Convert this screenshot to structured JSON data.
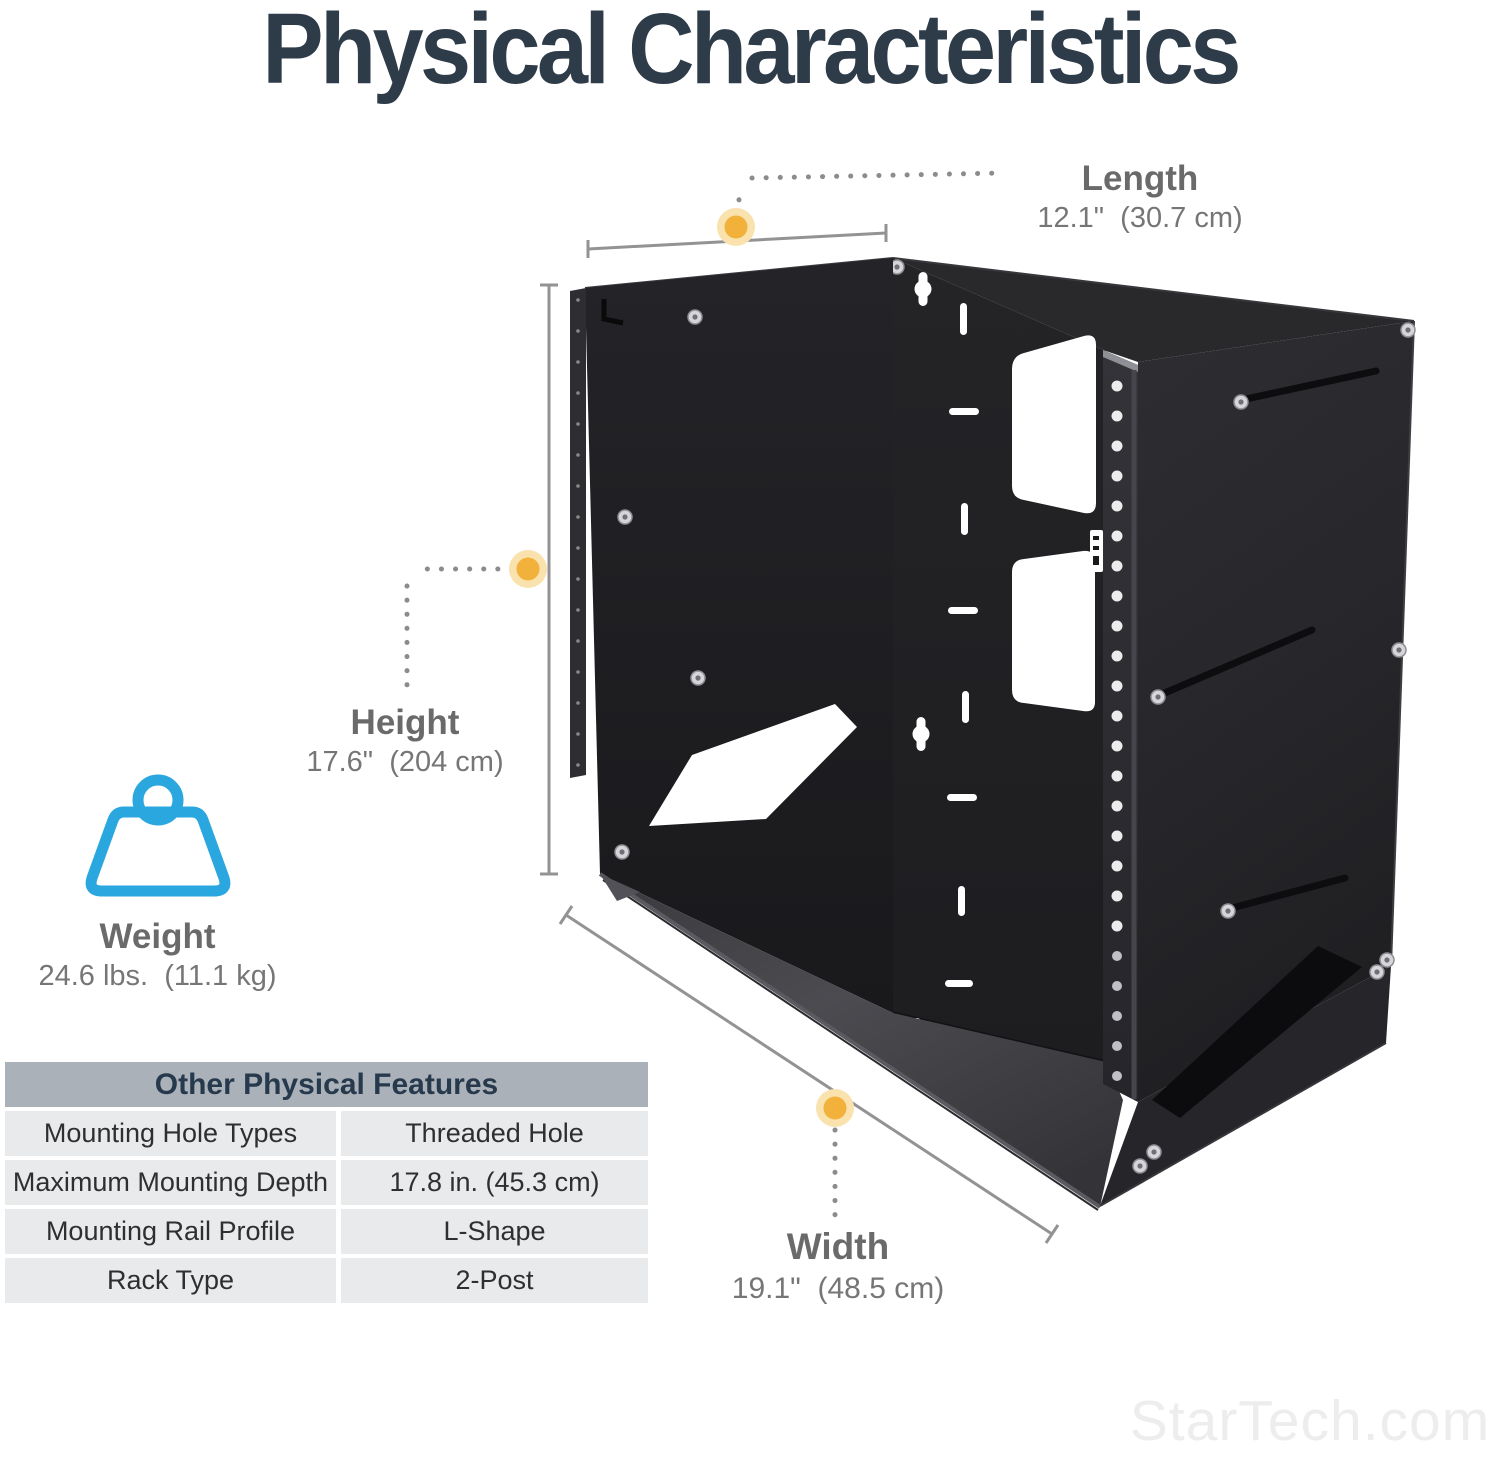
{
  "title": "Physical Characteristics",
  "dimensions": {
    "length": {
      "label": "Length",
      "value": "12.1\"  (30.7 cm)"
    },
    "height": {
      "label": "Height",
      "value": "17.6\"  (204 cm)"
    },
    "width": {
      "label": "Width",
      "value": "19.1\"  (48.5 cm)"
    },
    "weight": {
      "label": "Weight",
      "value": "24.6 lbs.  (11.1 kg)"
    }
  },
  "table": {
    "header": "Other Physical Features",
    "rows": [
      {
        "feature": "Mounting Hole Types",
        "value": "Threaded Hole"
      },
      {
        "feature": "Maximum Mounting Depth",
        "value": "17.8 in. (45.3 cm)"
      },
      {
        "feature": "Mounting Rail Profile",
        "value": "L-Shape"
      },
      {
        "feature": "Rack Type",
        "value": "2-Post"
      }
    ]
  },
  "watermark": "StarTech.com",
  "icons": {
    "weight": "weight-kettlebell-icon",
    "marker": "yellow-dot-marker"
  },
  "colors": {
    "accent_yellow": "#F2B13A",
    "accent_yellow_halo": "#F9E2AE",
    "accent_blue": "#2AA7DF",
    "title_text": "#2E3B49",
    "dimension_label": "#6A6A6A",
    "dimension_value": "#767676",
    "measure_line": "#939393",
    "table_header_bg": "#ABB1B9",
    "table_header_text": "#273A4D",
    "table_row_bg": "#E8EAEC",
    "table_cell_text": "#2F2F2F",
    "rack_metal": "#222225",
    "watermark_text": "#EDEDED"
  }
}
